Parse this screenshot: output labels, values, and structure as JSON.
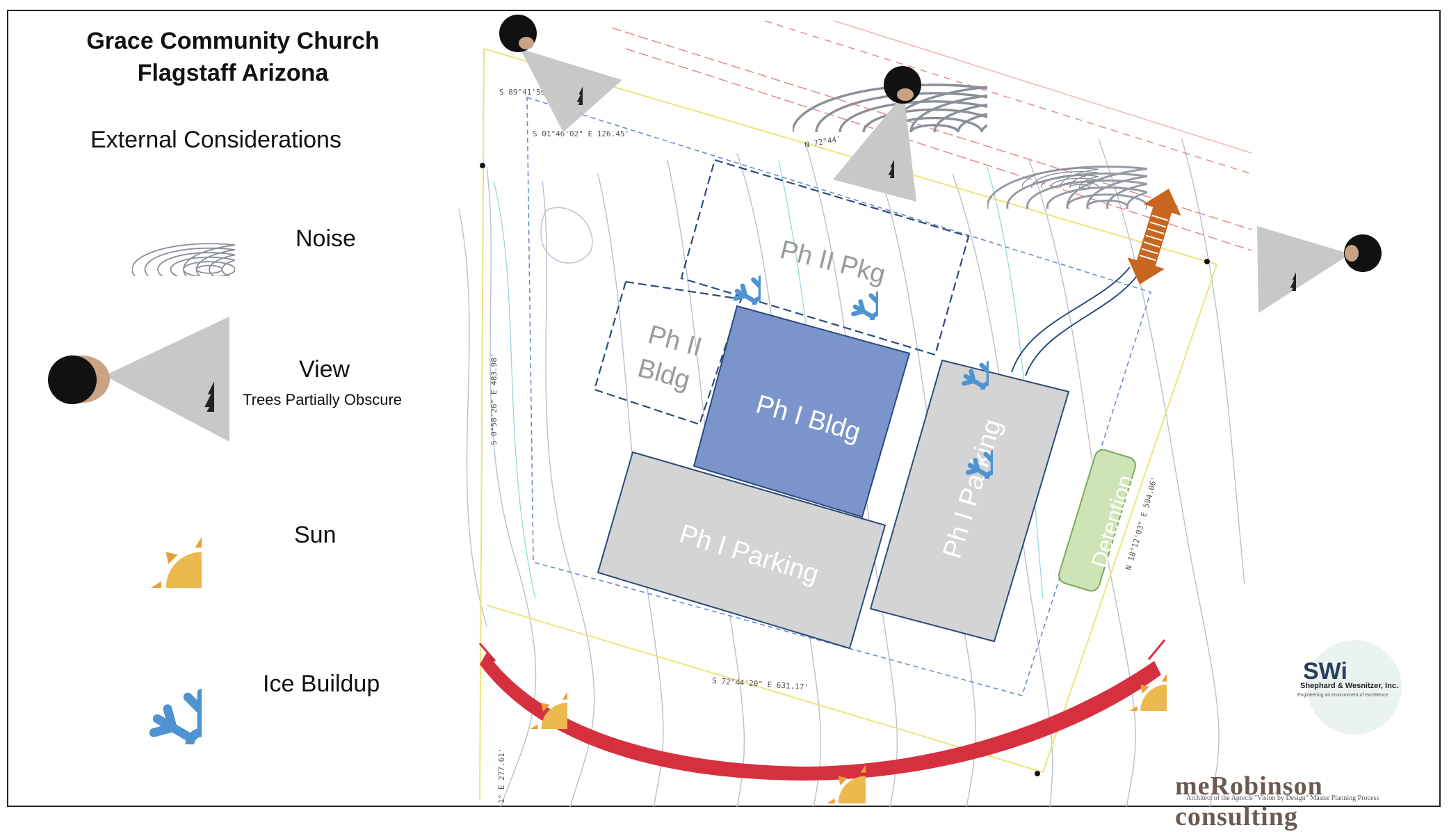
{
  "title": {
    "line1": "Grace Community Church",
    "line2": "Flagstaff Arizona"
  },
  "subtitle": "External Considerations",
  "legend": {
    "noise": "Noise",
    "view": "View",
    "view_sub": "Trees Partially Obscure",
    "sun": "Sun",
    "ice": "Ice Buildup"
  },
  "plan": {
    "ph2_parking": "Ph II Pkg",
    "ph2_bldg": [
      "Ph II",
      "Bldg"
    ],
    "ph1_bldg": "Ph I Bldg",
    "ph1_parking_bottom": "Ph I Parking",
    "ph1_parking_right": "Ph I Parking",
    "detention": "Detention"
  },
  "survey": {
    "top_left": "S 89°41'59\"",
    "top_bearing": "S 01°46'02\" E   126.45'",
    "north_bearing": "N 72°44'",
    "left_bearing": "S 0°58'26\" E 483.98'",
    "left_bottom": "1° E   277.61'",
    "bottom_bearing": "S 72°44'20\" E 631.17'",
    "right_bearing": "N 18°12'03\" E 594.06'"
  },
  "logos": {
    "swi_mark": "SWi",
    "swi_name": "Shephard & Wesnitzer, Inc.",
    "swi_tag": "Engineering an environment of excellence",
    "consultant": "meRobinson consulting",
    "consultant_tag": "Architect of the Aprecis \"Vision by Design\" Master Planning Process"
  },
  "colors": {
    "ph1_bldg": "#7b95cc",
    "parking": "#d4d4d4",
    "outline": "#2c4a7a",
    "snow": "#4f93d0",
    "sun": "#ecb94f",
    "sun_ray": "#e8a13a",
    "sun_path": "#d6303f",
    "noise": "#8a8f99",
    "detention": "#cfe4b6",
    "detention_stroke": "#7aa85a",
    "access_arrow": "#c8651f"
  }
}
